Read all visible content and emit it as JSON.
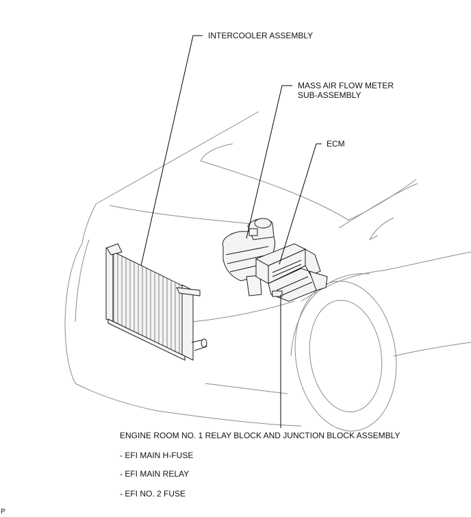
{
  "labels": {
    "intercooler": "INTERCOOLER ASSEMBLY",
    "maf_line1": "MASS AIR FLOW METER",
    "maf_line2": "SUB-ASSEMBLY",
    "ecm": "ECM",
    "relay_block": "ENGINE ROOM NO. 1 RELAY BLOCK AND JUNCTION BLOCK ASSEMBLY",
    "fuses": [
      "- EFI MAIN H-FUSE",
      "- EFI MAIN RELAY",
      "- EFI NO. 2 FUSE"
    ],
    "corner_code": "P"
  }
}
